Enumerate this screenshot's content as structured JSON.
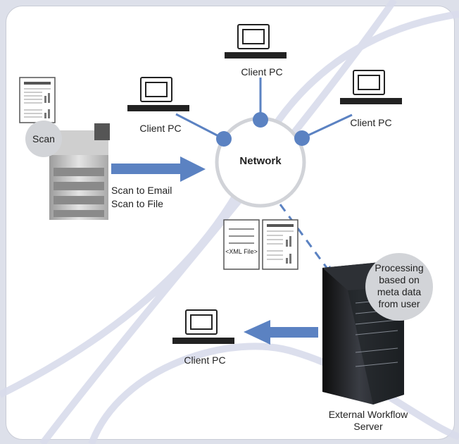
{
  "network": {
    "label": "Network"
  },
  "clients": {
    "top": "Client PC",
    "left": "Client PC",
    "right": "Client PC",
    "bottom": "Client PC"
  },
  "scan": {
    "badge": "Scan",
    "line1": "Scan to Email",
    "line2": "Scan to File"
  },
  "xml": {
    "label": "<XML File>"
  },
  "processing": {
    "line1": "Processing",
    "line2": "based on",
    "line3": "meta data",
    "line4": "from user"
  },
  "server": {
    "line1": "External Workflow",
    "line2": "Server"
  },
  "colors": {
    "accent": "#5b82c2",
    "ring": "#d1d3d8",
    "badge": "#d2d4d8",
    "swirl": "#d9dcec"
  }
}
